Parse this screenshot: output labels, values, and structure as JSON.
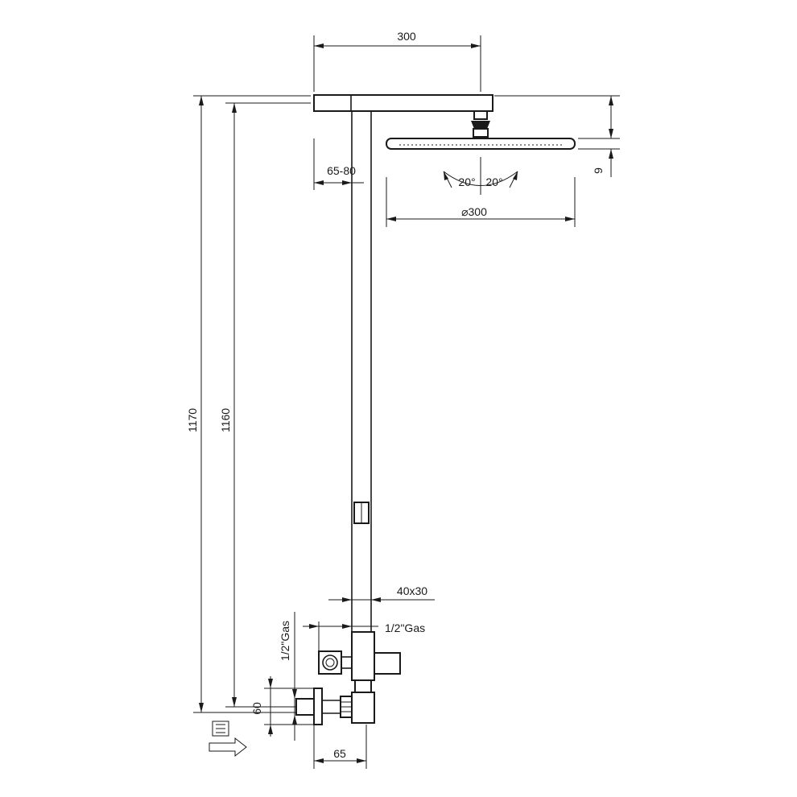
{
  "dimensions": {
    "arm_length": "300",
    "wall_distance": "65-80",
    "head_diameter": "⌀300",
    "tilt_left": "20°",
    "tilt_right": "20°",
    "head_thickness": "9",
    "total_height": "1170",
    "inner_height": "1160",
    "tube_section": "40x30",
    "outlet_thread": "1/2\"Gas",
    "inlet_thread": "1/2\"Gas",
    "valve_height": "60",
    "valve_width": "65"
  },
  "colors": {
    "line": "#1a1a1a",
    "background": "#ffffff"
  },
  "icons": {
    "wall_symbol": "wall-hatch-icon",
    "flow_direction": "arrow-right-icon"
  }
}
